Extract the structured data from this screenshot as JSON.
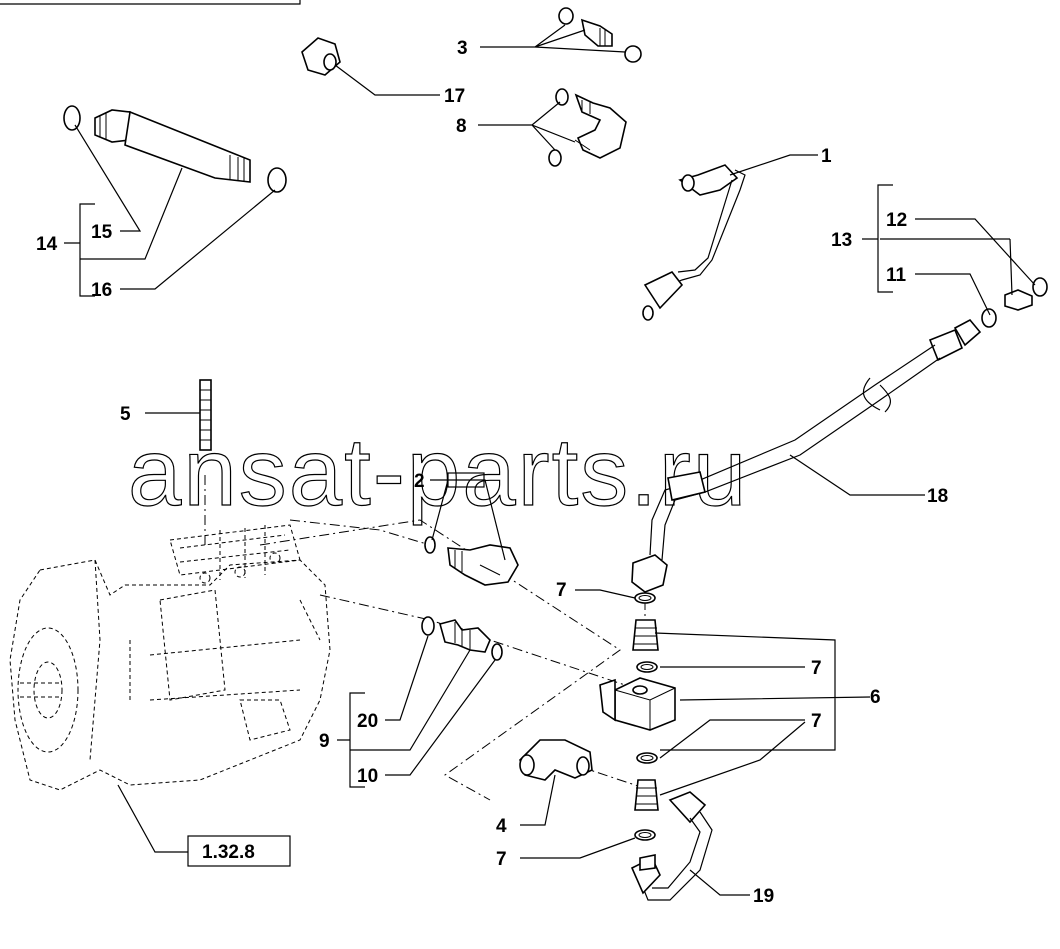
{
  "watermark": "ansat-parts.ru",
  "reference": "1.32.8",
  "callouts": {
    "c1": "1",
    "c2": "2",
    "c3": "3",
    "c4": "4",
    "c5": "5",
    "c6": "6",
    "c7a": "7",
    "c7b": "7",
    "c7c": "7",
    "c7d": "7",
    "c8": "8",
    "c9": "9",
    "c10": "10",
    "c11": "11",
    "c12": "12",
    "c13": "13",
    "c14": "14",
    "c15": "15",
    "c16": "16",
    "c17": "17",
    "c18": "18",
    "c19": "19",
    "c20": "20"
  }
}
